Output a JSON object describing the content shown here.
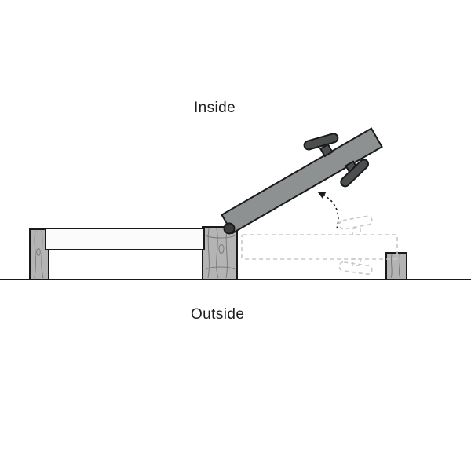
{
  "labels": {
    "inside": "Inside",
    "outside": "Outside"
  },
  "colors": {
    "background": "#ffffff",
    "outline": "#1a1a1a",
    "sash_fill": "#8e9192",
    "hardware_fill": "#4b4e4f",
    "wood_fill": "#b4b4b4",
    "wood_grain": "#7a7a7a",
    "frame_fill": "#fbfbfb",
    "ghost": "#c8c8c8",
    "pivot_fill": "#3d3d3d",
    "text": "#1d1d1d"
  },
  "icons": {
    "motion_arrow": "dashed-curved-arrow",
    "pivot": "hinge-pivot-dot"
  }
}
